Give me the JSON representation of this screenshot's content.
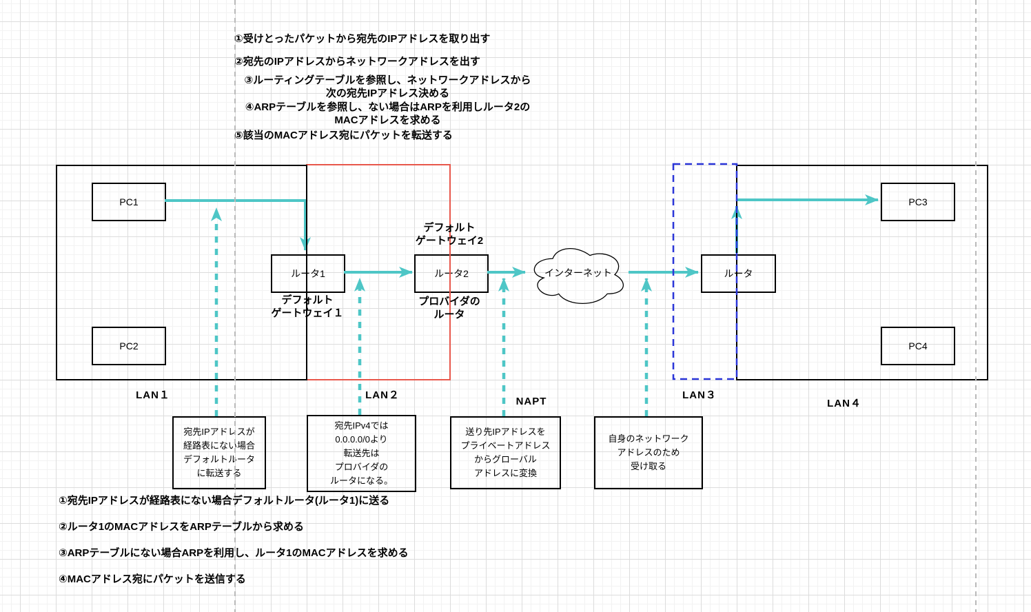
{
  "diagram_title": "packet routing between LANs",
  "colors": {
    "arrow_teal": "#4EC6C6",
    "lan2_red": "#E8564A",
    "lan3_blue": "#2B36D9",
    "page_divider_gray": "#B9B9B9",
    "shape_stroke": "#000000",
    "grid_minor": "#F2F2F2",
    "grid_major": "#DCDCDC"
  },
  "top_notes": [
    "①受けとったパケットから宛先のIPアドレスを取り出す",
    "②宛先のIPアドレスからネットワークアドレスを出す",
    "③ルーティングテーブルを参照し、ネットワークアドレスから\n次の宛先IPアドレス決める",
    "④ARPテーブルを参照し、ない場合はARPを利用しルータ2の\nMACアドレスを求める",
    "⑤該当のMACアドレス宛にパケットを転送する"
  ],
  "bottom_notes": [
    "①宛先IPアドレスが経路表にない場合デフォルトルータ(ルータ1)に送る",
    "②ルータ1のMACアドレスをARPテーブルから求める",
    "③ARPテーブルにない場合ARPを利用し、ルータ1のMACアドレスを求める",
    "④MACアドレス宛にパケットを送信する"
  ],
  "nodes": {
    "pc1": "PC1",
    "pc2": "PC2",
    "pc3": "PC3",
    "pc4": "PC4",
    "router1": "ルータ1",
    "router2": "ルータ2",
    "router_right": "ルータ",
    "internet": "インターネット"
  },
  "zone_labels": {
    "lan1": "LAN１",
    "lan2": "LAN２",
    "lan3": "LAN３",
    "lan4": "LAN４",
    "napt": "NAPT"
  },
  "router_labels": {
    "router1_below": "デフォルト\nゲートウェイ１",
    "router2_above": "デフォルト\nゲートウェイ2",
    "router2_below": "プロバイダの\nルータ"
  },
  "callouts": [
    "宛先IPアドレスが\n経路表にない場合\nデフォルトルータ\nに転送する",
    "宛先IPv4では\n0.0.0.0/0より\n転送先は\nプロバイダの\nルータになる。",
    "送り先IPアドレスを\nプライベートアドレス\nからグローバル\nアドレスに変換",
    "自身のネットワーク\nアドレスのため\n受け取る"
  ]
}
